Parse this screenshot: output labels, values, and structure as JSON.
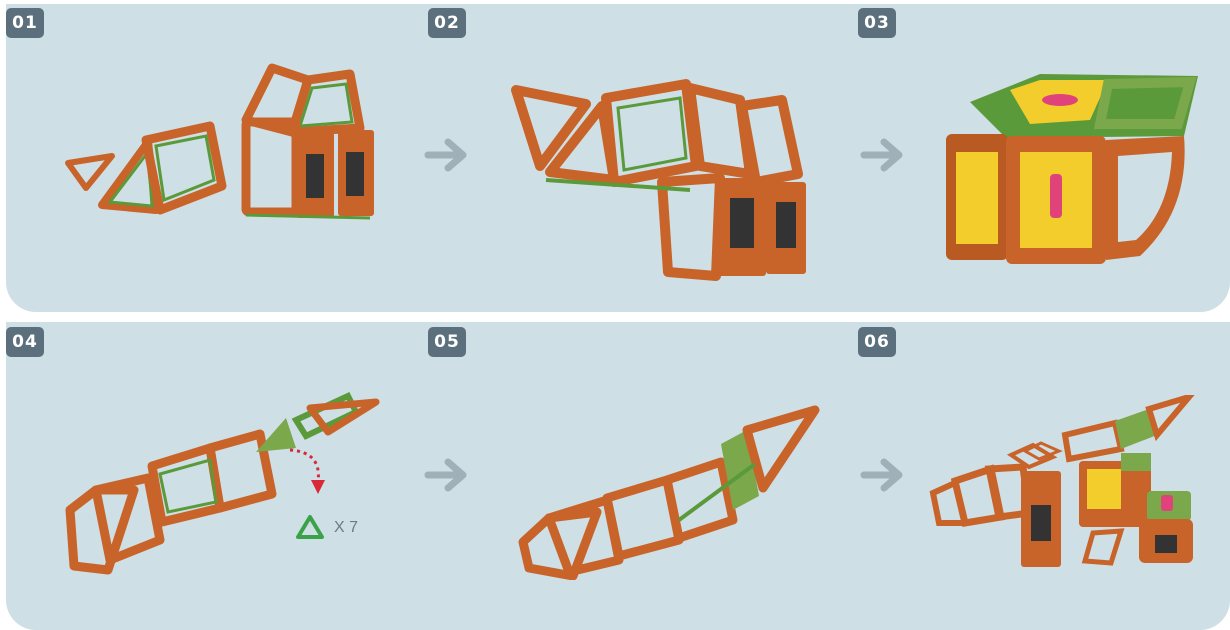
{
  "steps": [
    {
      "label": "01"
    },
    {
      "label": "02"
    },
    {
      "label": "03"
    },
    {
      "label": "04"
    },
    {
      "label": "05"
    },
    {
      "label": "06"
    }
  ],
  "step4": {
    "piece_count": "X 7"
  },
  "colors": {
    "panel": "#cfdfe6",
    "badge": "#5b6f7c",
    "arrow": "#9fb0b9",
    "orange": "#c8642a",
    "green": "#5a9a3a",
    "yellow": "#f2cd2c",
    "red_dash": "#d8283a"
  },
  "icons": [
    "arrow-right-icon",
    "triangle-piece-icon",
    "dotted-curved-arrow-icon"
  ]
}
